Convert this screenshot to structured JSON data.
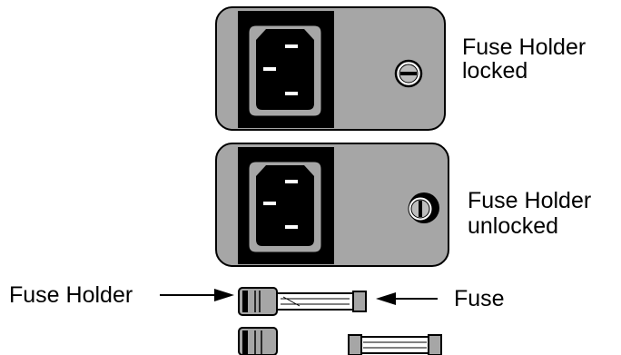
{
  "labels": {
    "locked_line1": "Fuse Holder",
    "locked_line2": "locked",
    "unlocked_line1": "Fuse Holder",
    "unlocked_line2": "unlocked",
    "fuse_holder": "Fuse Holder",
    "fuse": "Fuse"
  },
  "colors": {
    "panel_fill": "#a6a6a6",
    "outline": "#000000",
    "background": "#ffffff",
    "socket_fill": "#000000"
  }
}
